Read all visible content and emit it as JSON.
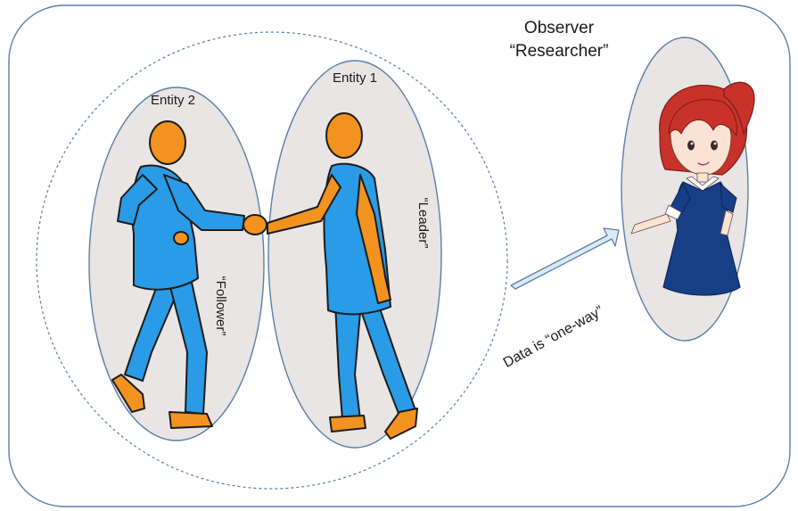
{
  "labels": {
    "observer_line1": "Observer",
    "observer_line2": "“Researcher”",
    "entity1": "Entity 1",
    "entity2": "Entity 2",
    "leader": "“Leader”",
    "follower": "“Follower”",
    "data_flow": "Data is “one-way”"
  },
  "colors": {
    "frame_stroke": "#5b7fa6",
    "entity_fill": "#e9e5e4",
    "figure_blue": "#2a9be6",
    "figure_orange": "#f2931f",
    "outline": "#1c1c1c",
    "arrow_fill": "#dce9f7",
    "hair_red": "#c8322b",
    "dress_navy": "#173f86"
  },
  "icons": {
    "figure_follower": "walking-person-icon",
    "figure_leader": "standing-person-icon",
    "observer": "woman-observer-icon",
    "arrow": "right-arrow-icon"
  }
}
